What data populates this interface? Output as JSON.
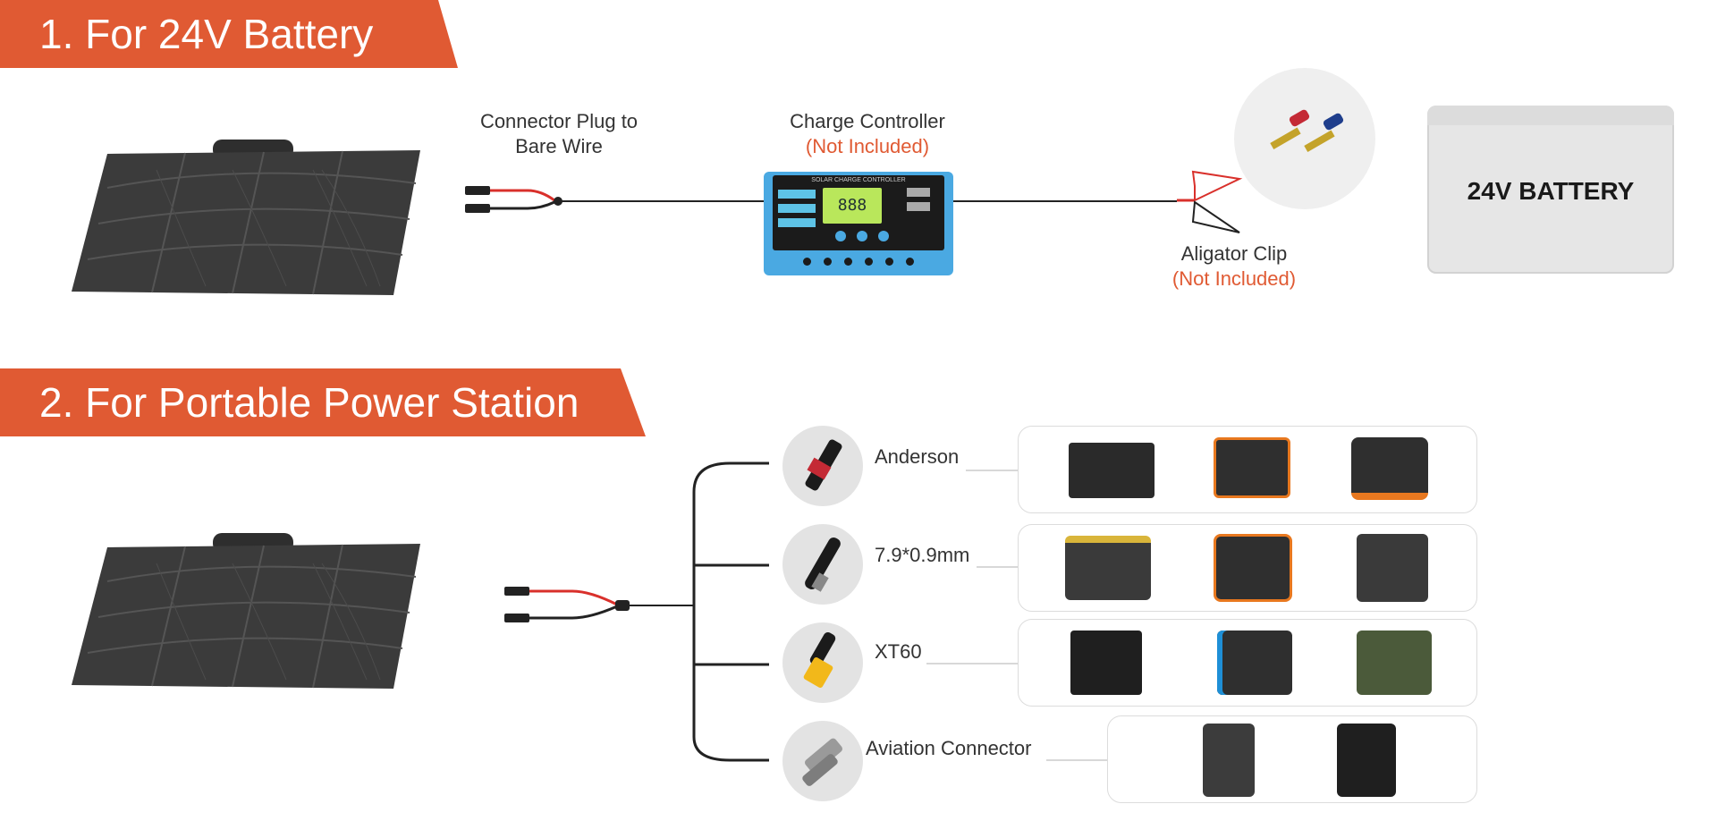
{
  "section1": {
    "title": "1. For 24V Battery",
    "connector_label_line1": "Connector Plug to",
    "connector_label_line2": "Bare Wire",
    "controller_label": "Charge Controller",
    "controller_note": "(Not Included)",
    "controller_screen_title": "SOLAR CHARGE CONTROLLER",
    "controller_display": "888",
    "clip_label": "Aligator Clip",
    "clip_note": "(Not Included)",
    "battery_text": "24V BATTERY"
  },
  "section2": {
    "title": "2. For Portable Power Station",
    "connectors": [
      {
        "label": "Anderson",
        "devices": 3
      },
      {
        "label": "7.9*0.9mm",
        "devices": 3
      },
      {
        "label": "XT60",
        "devices": 3
      },
      {
        "label": "Aviation Connector",
        "devices": 2
      }
    ]
  },
  "colors": {
    "accent": "#e05a33",
    "controller_blue": "#4aa9e2",
    "panel_dark": "#3b3b3b",
    "wire_red": "#d9302b"
  }
}
